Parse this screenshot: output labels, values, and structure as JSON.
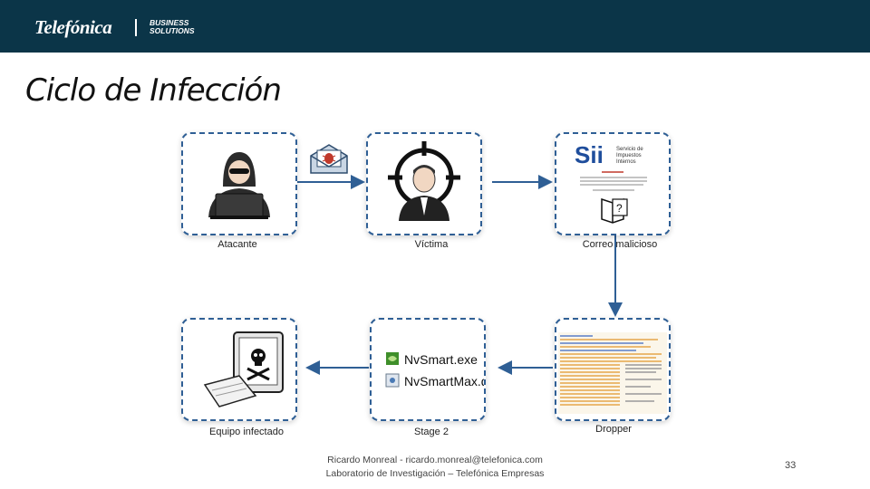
{
  "header": {
    "brand": "Telefónica",
    "sub": "BUSINESS SOLUTIONS"
  },
  "title": "Ciclo de Infección",
  "nodes": {
    "atacante": "Atacante",
    "victima": "Víctima",
    "correo": "Correo malicioso",
    "equipo": "Equipo infectado",
    "stage2": "Stage 2",
    "dropper": "Dropper"
  },
  "stage2_files": [
    "NvSmart.exe",
    "NvSmartMax.dll"
  ],
  "sii": {
    "logo": "Sii",
    "org_line1": "Servicio de",
    "org_line2": "Impuestos",
    "org_line3": "Internos"
  },
  "footer": {
    "line1": "Ricardo Monreal - ricardo.monreal@telefonica.com",
    "line2": "Laboratorio de Investigación – Telefónica Empresas",
    "page": "33"
  },
  "colors": {
    "header_bg": "#0b3548",
    "card_border": "#2f5f95",
    "arrow": "#2f5f95"
  }
}
